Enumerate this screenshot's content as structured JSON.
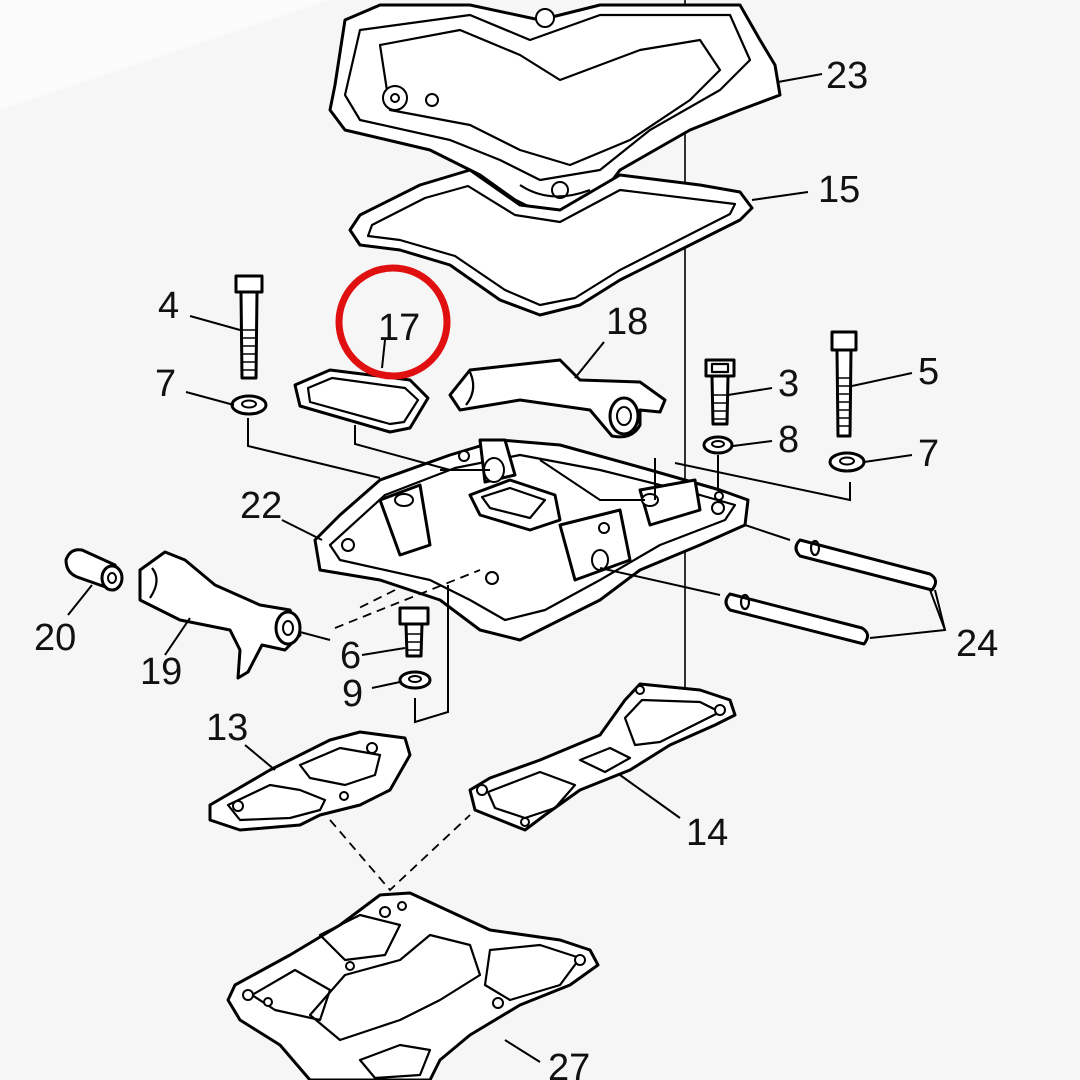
{
  "diagram": {
    "highlight_color": "#e01010",
    "highlighted_part": "17",
    "callouts": [
      "23",
      "15",
      "4",
      "17",
      "18",
      "7",
      "3",
      "5",
      "8",
      "7",
      "22",
      "20",
      "19",
      "6",
      "9",
      "24",
      "13",
      "14",
      "27"
    ]
  }
}
